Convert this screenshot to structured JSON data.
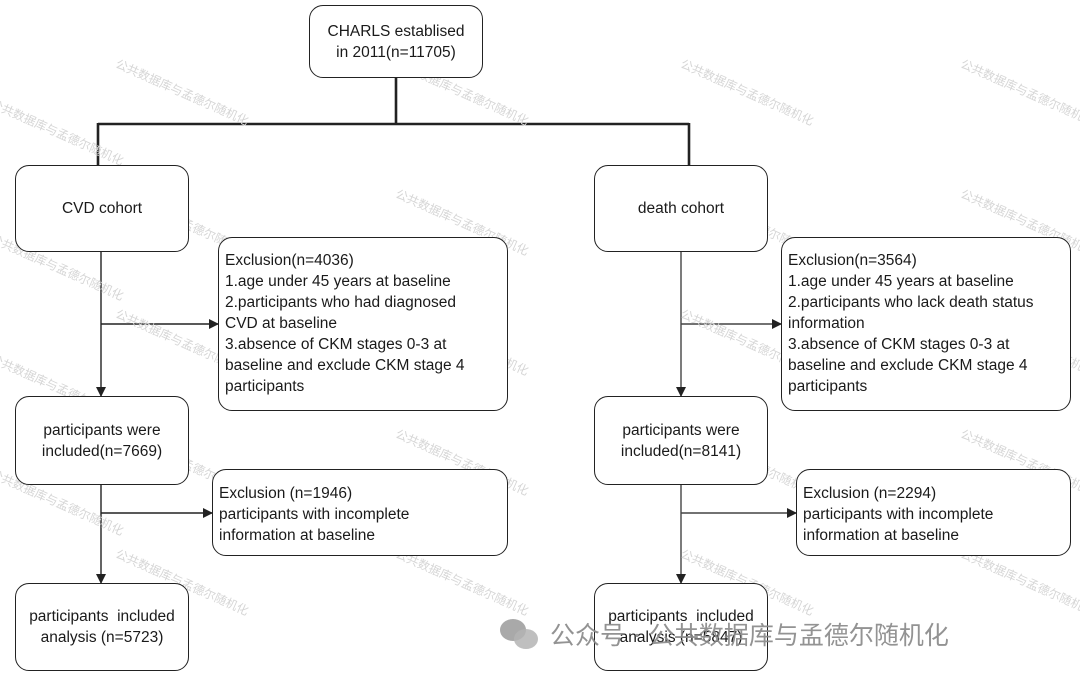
{
  "top_box": {
    "lines": [
      "CHARLS establised",
      "in 2011(n=11705)"
    ]
  },
  "cvd": {
    "cohort_label": "CVD cohort",
    "exclusion1_lines": [
      "Exclusion(n=4036)",
      "1.age under 45 years at baseline",
      "2.participants who had diagnosed",
      "CVD at baseline",
      "3.absence of CKM stages 0-3 at",
      "baseline and exclude CKM stage 4",
      "participants"
    ],
    "included_lines": [
      "participants were",
      "included(n=7669)"
    ],
    "exclusion2_lines": [
      "Exclusion (n=1946)",
      "participants with incomplete",
      "information at baseline"
    ],
    "analysis_lines": [
      "participants  included",
      "analysis (n=5723)"
    ]
  },
  "death": {
    "cohort_label": "death cohort",
    "exclusion1_lines": [
      "Exclusion(n=3564)",
      "1.age under 45 years at baseline",
      "2.participants who lack death status",
      "information",
      "3.absence of CKM stages 0-3 at",
      "baseline and exclude CKM stage 4",
      "participants"
    ],
    "included_lines": [
      "participants were",
      "included(n=8141)"
    ],
    "exclusion2_lines": [
      "Exclusion (n=2294)",
      "participants with incomplete",
      "information at baseline"
    ],
    "analysis_lines": [
      "participants  included",
      "analysis (n=5847)"
    ]
  },
  "watermark_text": "公共数据库与孟德尔随机化",
  "credit_text": "公众号 · 公共数据库与孟德尔随机化",
  "colors": {
    "line": "#222222",
    "arrow_gray": "#555555",
    "watermark": "#d6d6d6"
  }
}
